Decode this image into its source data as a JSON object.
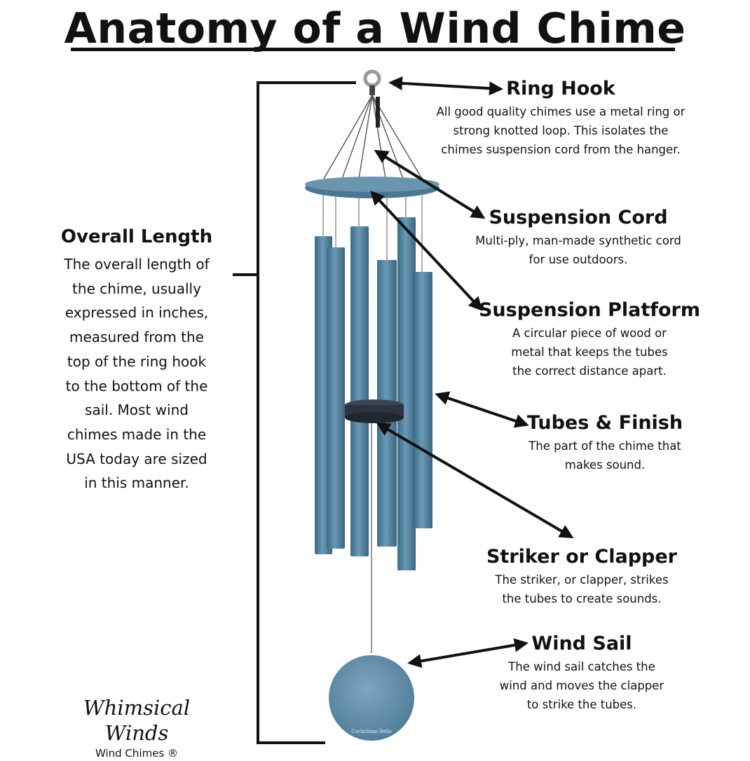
{
  "title": "Anatomy of a Wind Chime",
  "overall": {
    "heading": "Overall Length",
    "lines": [
      "The overall length of",
      "the chime, usually",
      "expressed in inches,",
      "measured from the",
      "top of the ring hook",
      "to the bottom of the",
      "sail. Most wind",
      "chimes made in the",
      "USA today are sized",
      "in this manner."
    ]
  },
  "parts": {
    "ring_hook": {
      "heading": "Ring Hook",
      "lines": [
        "All good quality chimes use a metal ring or",
        "strong knotted loop. This isolates the",
        "chimes suspension cord from the hanger."
      ]
    },
    "suspension_cord": {
      "heading": "Suspension Cord",
      "lines": [
        "Multi-ply, man-made synthetic cord",
        "for use outdoors."
      ]
    },
    "suspension_platform": {
      "heading": "Suspension Platform",
      "lines": [
        "A circular piece of wood or",
        "metal that keeps the tubes",
        "the correct distance apart."
      ]
    },
    "tubes_finish": {
      "heading": "Tubes & Finish",
      "lines": [
        "The part of the chime that",
        "makes sound."
      ]
    },
    "striker": {
      "heading": "Striker or Clapper",
      "lines": [
        "The striker, or clapper, strikes",
        "the tubes to create sounds."
      ]
    },
    "wind_sail": {
      "heading": "Wind Sail",
      "lines": [
        "The wind sail catches the",
        "wind and moves the clapper",
        "to strike the tubes."
      ]
    }
  },
  "brand": {
    "name": "Whimsical Winds",
    "sub": "Wind Chimes ®"
  },
  "sail_logo": "Corinthian Bells",
  "colors": {
    "tube": "#4f7f9c",
    "tube_light": "#6b9ab6",
    "ink": "#111111",
    "clapper": "#2b3440"
  }
}
